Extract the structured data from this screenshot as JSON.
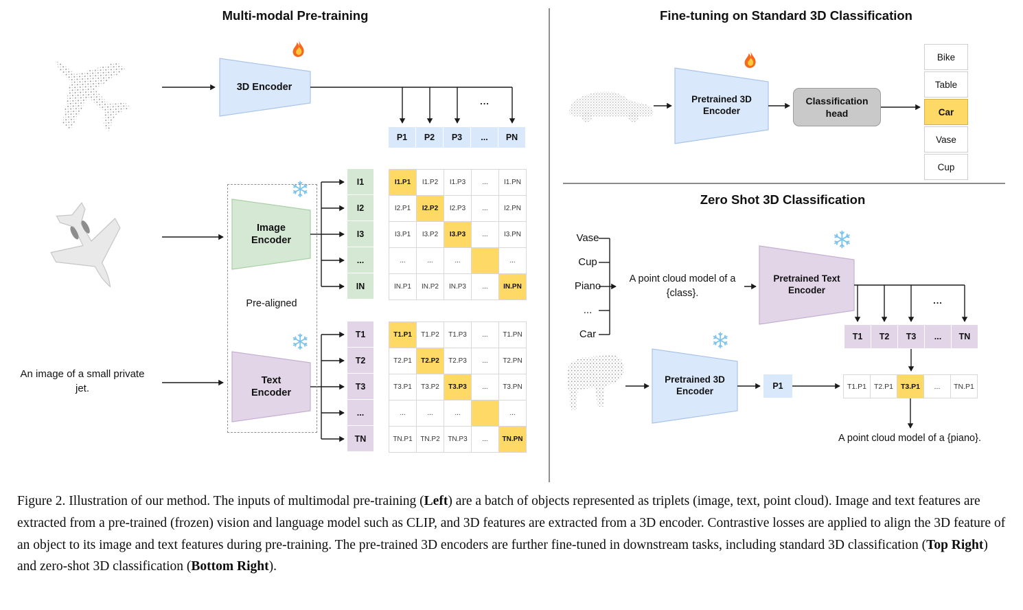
{
  "colors": {
    "highlight": "#ffd966",
    "blue_cell": "#dae8fc",
    "green_cell": "#d5e8d4",
    "purple_cell": "#e1d5e7",
    "gray_box": "#c9c9c9"
  },
  "icons": {
    "trainable": "fire-icon",
    "frozen": "snowflake-icon"
  },
  "left": {
    "title": "Multi-modal Pre-training",
    "encoder_3d": "3D Encoder",
    "image_encoder": "Image Encoder",
    "text_encoder": "Text Encoder",
    "pre_aligned": "Pre-aligned",
    "input_text": "An image of a small private jet.",
    "dots": "...",
    "p_header": [
      "P1",
      "P2",
      "P3",
      "...",
      "PN"
    ],
    "i_labels": [
      "I1",
      "I2",
      "I3",
      "...",
      "IN"
    ],
    "t_labels": [
      "T1",
      "T2",
      "T3",
      "...",
      "TN"
    ],
    "i_matrix": [
      "I1.P1",
      "I1.P2",
      "I1.P3",
      "...",
      "I1.PN",
      "I2.P1",
      "I2.P2",
      "I2.P3",
      "...",
      "I2.PN",
      "I3.P1",
      "I3.P2",
      "I3.P3",
      "...",
      "I3.PN",
      "...",
      "...",
      "...",
      "",
      "...",
      "IN.P1",
      "IN.P2",
      "IN.P3",
      "...",
      "IN.PN"
    ],
    "t_matrix": [
      "T1.P1",
      "T1.P2",
      "T1.P3",
      "...",
      "T1.PN",
      "T2.P1",
      "T2.P2",
      "T2.P3",
      "...",
      "T2.PN",
      "T3.P1",
      "T3.P2",
      "T3.P3",
      "...",
      "T3.PN",
      "...",
      "...",
      "...",
      "",
      "...",
      "TN.P1",
      "TN.P2",
      "TN.P3",
      "...",
      "TN.PN"
    ]
  },
  "top_right": {
    "title": "Fine-tuning on Standard 3D Classification",
    "encoder": "Pretrained 3D Encoder",
    "head": "Classification head",
    "classes": [
      {
        "t": "Bike"
      },
      {
        "t": "Table"
      },
      {
        "t": "Car",
        "cls": "hl"
      },
      {
        "t": "Vase"
      },
      {
        "t": "Cup"
      }
    ]
  },
  "bottom_right": {
    "title": "Zero Shot 3D Classification",
    "class_words": [
      "Vase",
      "Cup",
      "Piano",
      "...",
      "Car"
    ],
    "prompt": "A point cloud model of a {class}.",
    "text_encoder": "Pretrained Text Encoder",
    "encoder_3d": "Pretrained 3D Encoder",
    "p1": "P1",
    "dots": "...",
    "t_row": [
      "T1",
      "T2",
      "T3",
      "...",
      "TN"
    ],
    "product_row": [
      {
        "t": "T1.P1"
      },
      {
        "t": "T2.P1"
      },
      {
        "t": "T3.P1",
        "cls": "hl"
      },
      {
        "t": "..."
      },
      {
        "t": "TN.P1"
      }
    ],
    "result_text": "A point cloud model of a {piano}."
  },
  "caption": {
    "segments": [
      {
        "t": "Figure 2. Illustration of our method. The inputs of multimodal pre-training ("
      },
      {
        "t": "Left",
        "cls": "b"
      },
      {
        "t": ") are a batch of objects represented as triplets (image, text, point cloud). Image and text features are extracted from a pre-trained (frozen) vision and language model such as CLIP, and 3D features are extracted from a 3D encoder. Contrastive losses are applied to align the 3D feature of an object to its image and text features during pre-training. The pre-trained 3D encoders are further fine-tuned in downstream tasks, including standard 3D classification ("
      },
      {
        "t": "Top Right",
        "cls": "b"
      },
      {
        "t": ") and zero-shot 3D classification ("
      },
      {
        "t": "Bottom Right",
        "cls": "b"
      },
      {
        "t": ")."
      }
    ]
  }
}
